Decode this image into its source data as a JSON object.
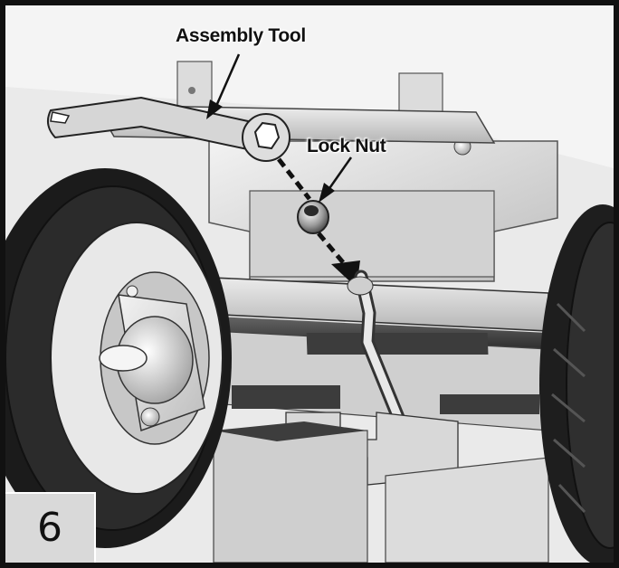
{
  "figure": {
    "callouts": {
      "assembly_tool": "Assembly Tool",
      "lock_nut": "Lock Nut"
    },
    "step_number": "6"
  },
  "colors": {
    "border": "#111111",
    "step_box": "#d9d9d9",
    "metal_light": "#e6e6e6",
    "metal_mid": "#a8a8a8",
    "metal_dark": "#3a3a3a",
    "tire": "#1c1c1c"
  }
}
